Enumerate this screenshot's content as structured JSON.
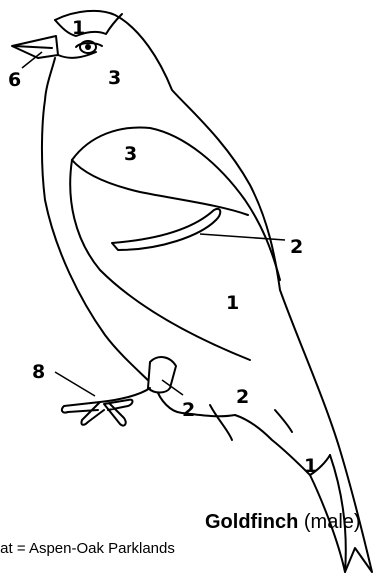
{
  "diagram": {
    "labels": {
      "crown": "1",
      "face": "3",
      "bill": "6",
      "shoulder": "3",
      "wingbar": "2",
      "belly": "1",
      "undertail": "2",
      "leg": "2",
      "feet": "8",
      "tail": "1"
    }
  },
  "caption": {
    "species": "Goldfinch",
    "sex": "(male)",
    "habitat": "tat = Aspen-Oak Parklands"
  }
}
